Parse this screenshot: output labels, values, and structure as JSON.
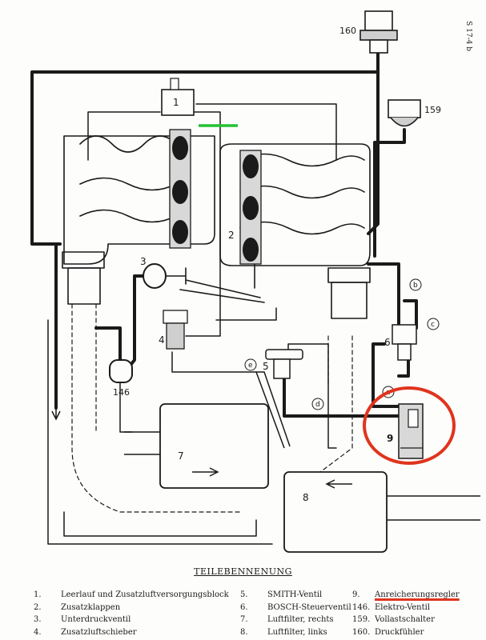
{
  "diagram": {
    "side_code": "S 17-4 b",
    "component_labels": [
      {
        "id": "1",
        "text": "1"
      },
      {
        "id": "2",
        "text": "2"
      },
      {
        "id": "3",
        "text": "3"
      },
      {
        "id": "4",
        "text": "4"
      },
      {
        "id": "5",
        "text": "5"
      },
      {
        "id": "6",
        "text": "6"
      },
      {
        "id": "7",
        "text": "7"
      },
      {
        "id": "8",
        "text": "8"
      },
      {
        "id": "9",
        "text": "9"
      },
      {
        "id": "146",
        "text": "146"
      },
      {
        "id": "159",
        "text": "159"
      },
      {
        "id": "160",
        "text": "160"
      }
    ],
    "line_labels": [
      "a",
      "b",
      "c",
      "d",
      "e"
    ],
    "annotation_colors": {
      "highlight_circle": "#e0341e",
      "highlight_underline": "#e0341e",
      "marker": "#22c232"
    }
  },
  "legend": {
    "title": "TEILEBENNENUNG",
    "col1": [
      {
        "num": "1.",
        "label": "Leerlauf und Zusatzluftversorgungsblock"
      },
      {
        "num": "2.",
        "label": "Zusatzklappen"
      },
      {
        "num": "3.",
        "label": "Unterdruckventil"
      },
      {
        "num": "4.",
        "label": "Zusatzluftschieber"
      }
    ],
    "col2": [
      {
        "num": "5.",
        "label": "SMITH-Ventil"
      },
      {
        "num": "6.",
        "label": "BOSCH-Steuerventil"
      },
      {
        "num": "7.",
        "label": "Luftfilter, rechts"
      },
      {
        "num": "8.",
        "label": "Luftfilter, links"
      }
    ],
    "col3": [
      {
        "num": "9.",
        "label": "Anreicherungsregler"
      },
      {
        "num": "146.",
        "label": "Elektro-Ventil"
      },
      {
        "num": "159.",
        "label": "Vollastschalter"
      },
      {
        "num": "160.",
        "label": "Druckfühler"
      }
    ]
  }
}
